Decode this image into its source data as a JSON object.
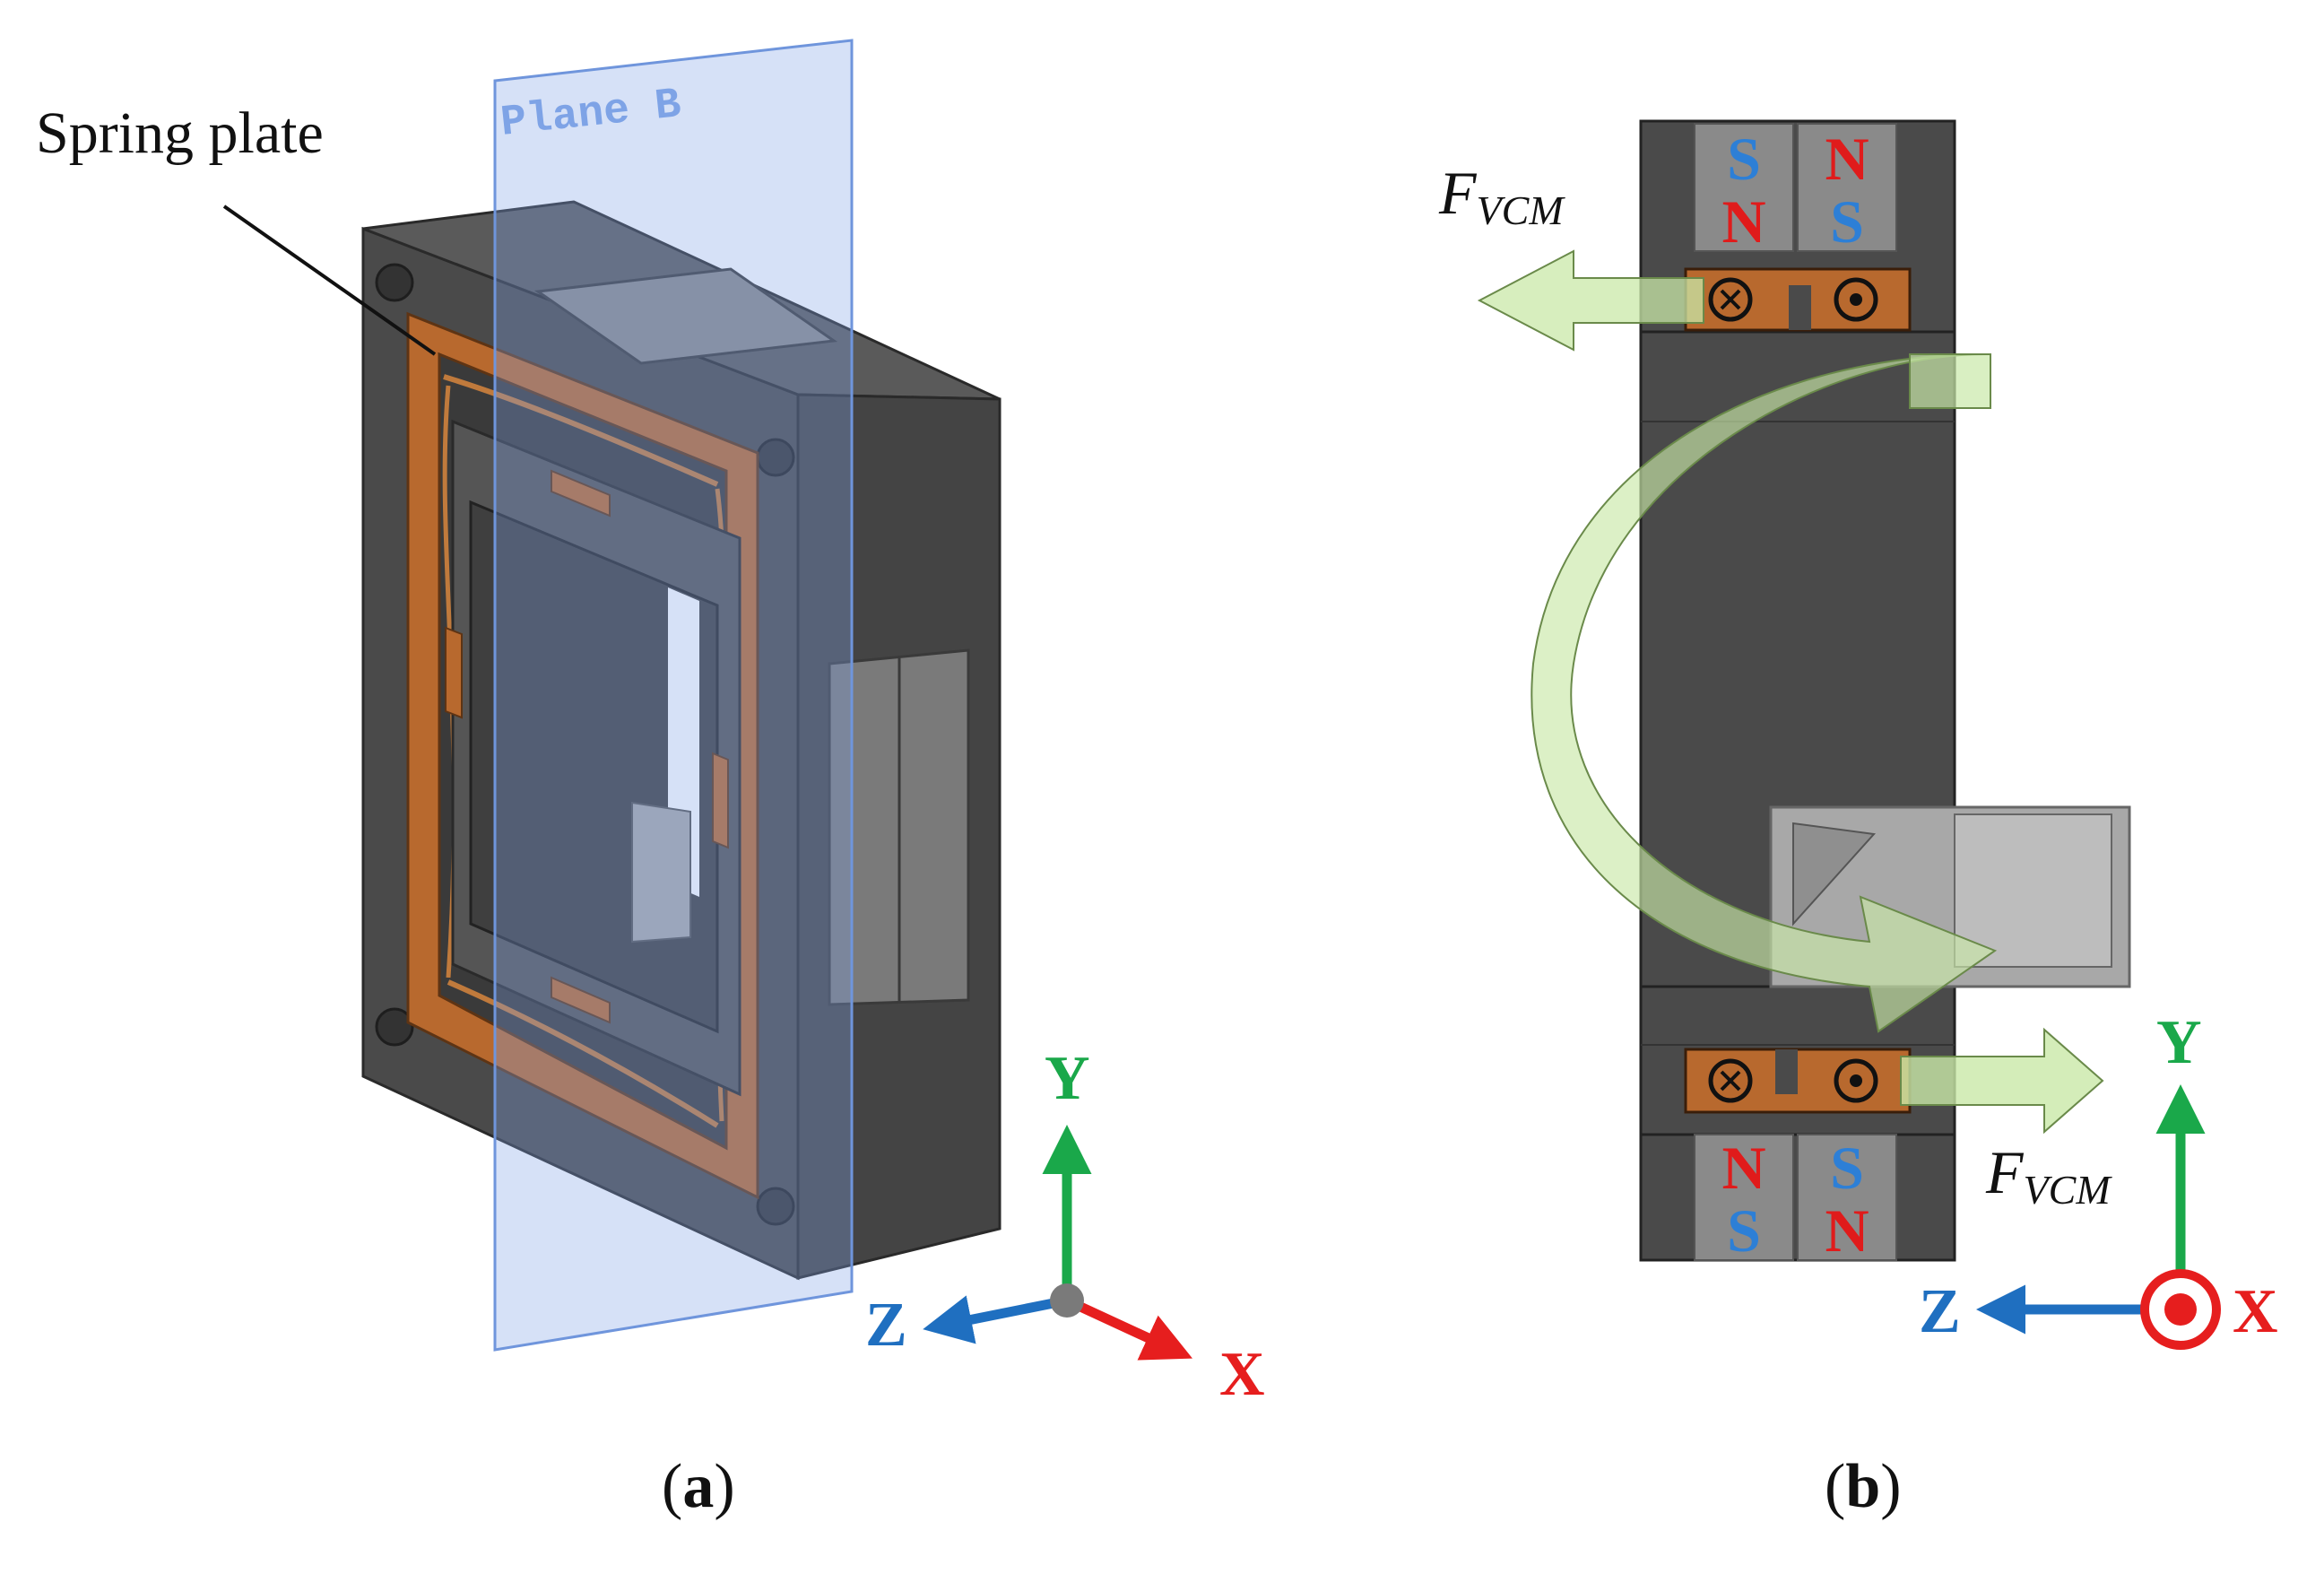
{
  "panel_a": {
    "spring_plate_label": "Spring plate",
    "plane_label": "Plane B",
    "caption_open": "(",
    "caption_letter": "a",
    "caption_close": ")",
    "axes": {
      "y": "Y",
      "z": "Z",
      "x": "X"
    }
  },
  "panel_b": {
    "force_top": {
      "base": "F",
      "sub": "VCM"
    },
    "force_bottom": {
      "base": "F",
      "sub": "VCM"
    },
    "magnet_top": {
      "left_top": "S",
      "left_bottom": "N",
      "right_top": "N",
      "right_bottom": "S"
    },
    "magnet_bottom": {
      "left_top": "N",
      "left_bottom": "S",
      "right_top": "S",
      "right_bottom": "N"
    },
    "caption_open": "(",
    "caption_letter": "b",
    "caption_close": ")",
    "axes": {
      "y": "Y",
      "z": "Z",
      "x": "X"
    }
  },
  "colors": {
    "housing": "#4a4a4a",
    "spring": "#b8692e",
    "axis_y": "#1aa84a",
    "axis_z": "#1f6fc0",
    "axis_x": "#e61e1e",
    "magnet_s": "#2d7fd6",
    "magnet_n": "#e01b1b",
    "plane": "#7ea3e6"
  }
}
